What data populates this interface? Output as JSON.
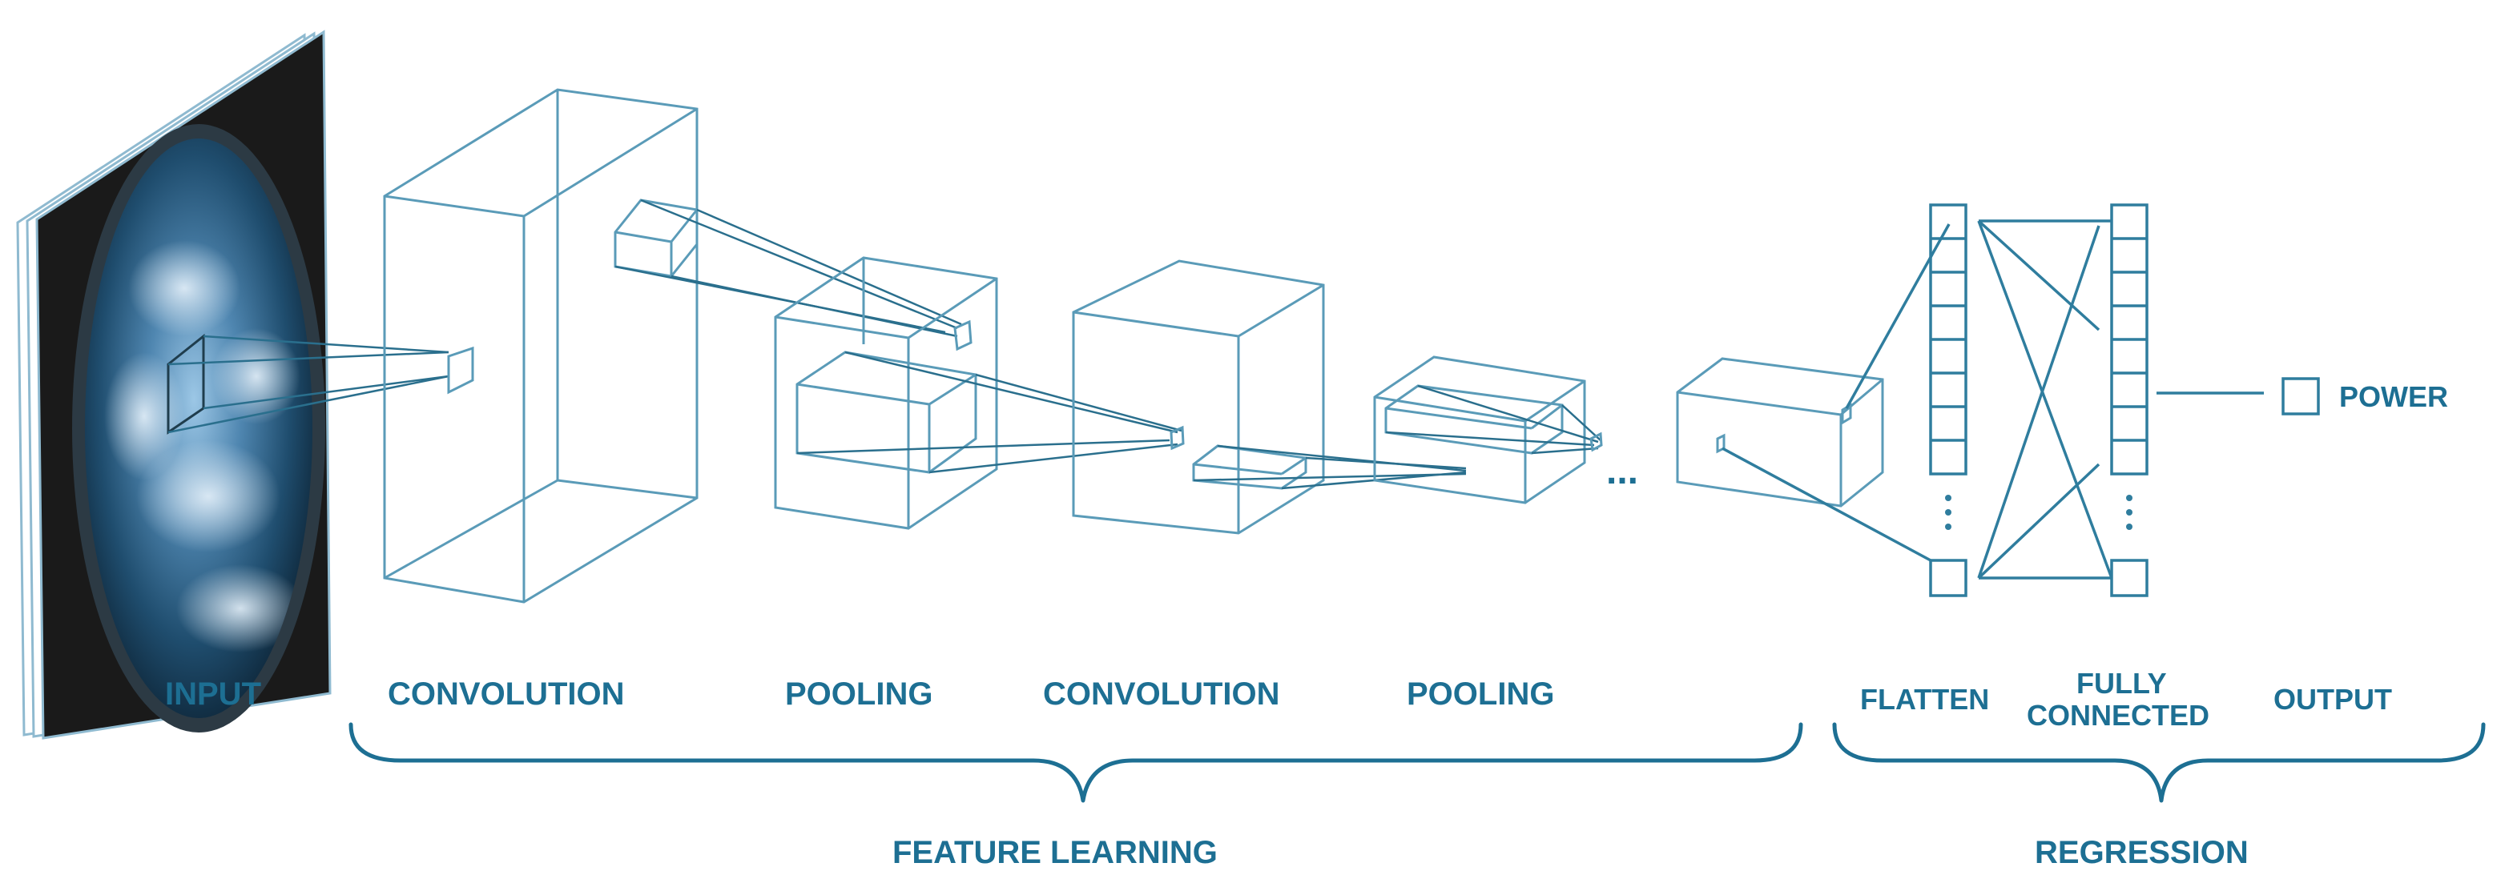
{
  "stage_labels": {
    "input": "INPUT",
    "convolution_1": "CONVOLUTION",
    "pooling_1": "POOLING",
    "convolution_2": "CONVOLUTION",
    "pooling_2": "POOLING",
    "flatten": "FLATTEN",
    "fully_connected_line1": "FULLY",
    "fully_connected_line2": "CONNECTED",
    "output": "OUTPUT",
    "power": "POWER"
  },
  "group_labels": {
    "feature_learning": "FEATURE LEARNING",
    "regression": "REGRESSION"
  },
  "ellipsis": "...",
  "colors": {
    "label": "#1d6f93",
    "box_stroke": "#5a9bb8",
    "ray_stroke": "#2a6f8d",
    "background": "#ffffff"
  }
}
